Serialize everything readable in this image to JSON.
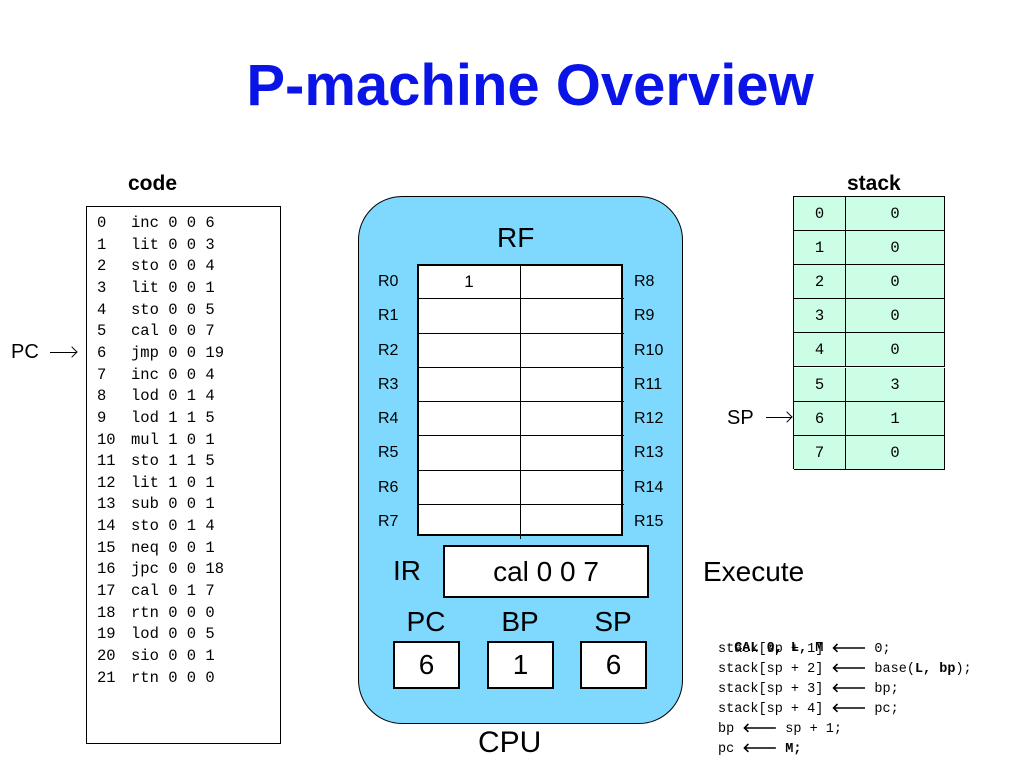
{
  "title": "P-machine Overview",
  "code": {
    "label": "code",
    "lines": [
      {
        "num": "0",
        "text": "inc 0 0 6"
      },
      {
        "num": "1",
        "text": "lit 0 0 3"
      },
      {
        "num": "2",
        "text": "sto 0 0 4"
      },
      {
        "num": "3",
        "text": "lit 0 0 1"
      },
      {
        "num": "4",
        "text": "sto 0 0 5"
      },
      {
        "num": "5",
        "text": "cal 0 0 7"
      },
      {
        "num": "6",
        "text": "jmp 0 0 19"
      },
      {
        "num": "7",
        "text": "inc 0 0 4"
      },
      {
        "num": "8",
        "text": "lod 0 1 4"
      },
      {
        "num": "9",
        "text": "lod 1 1 5"
      },
      {
        "num": "10",
        "text": "mul 1 0 1"
      },
      {
        "num": "11",
        "text": "sto 1 1 5"
      },
      {
        "num": "12",
        "text": "lit 1 0 1"
      },
      {
        "num": "13",
        "text": "sub 0 0 1"
      },
      {
        "num": "14",
        "text": "sto 0 1 4"
      },
      {
        "num": "15",
        "text": "neq 0 0 1"
      },
      {
        "num": "16",
        "text": "jpc 0 0 18"
      },
      {
        "num": "17",
        "text": "cal 0 1 7"
      },
      {
        "num": "18",
        "text": "rtn 0 0 0"
      },
      {
        "num": "19",
        "text": "lod 0 0 5"
      },
      {
        "num": "20",
        "text": "sio 0 0 1"
      },
      {
        "num": "21",
        "text": "rtn 0 0 0"
      }
    ],
    "pc_pointer_label": "PC",
    "pc_pointer_line": 6
  },
  "cpu": {
    "label": "CPU",
    "rf_label": "RF",
    "registers_left": [
      "R0",
      "R1",
      "R2",
      "R3",
      "R4",
      "R5",
      "R6",
      "R7"
    ],
    "registers_right": [
      "R8",
      "R9",
      "R10",
      "R11",
      "R12",
      "R13",
      "R14",
      "R15"
    ],
    "register_values_left": [
      "1",
      "",
      "",
      "",
      "",
      "",
      "",
      ""
    ],
    "register_values_right": [
      "",
      "",
      "",
      "",
      "",
      "",
      "",
      ""
    ],
    "ir_label": "IR",
    "ir_value": "cal 0 0 7",
    "pc_label": "PC",
    "pc_value": "6",
    "bp_label": "BP",
    "bp_value": "1",
    "sp_label": "SP",
    "sp_value": "6"
  },
  "stack": {
    "label": "stack",
    "rows": [
      {
        "index": "0",
        "value": "0"
      },
      {
        "index": "1",
        "value": "0"
      },
      {
        "index": "2",
        "value": "0"
      },
      {
        "index": "3",
        "value": "0"
      },
      {
        "index": "4",
        "value": "0"
      },
      {
        "index": "5",
        "value": "3"
      },
      {
        "index": "6",
        "value": "1"
      },
      {
        "index": "7",
        "value": "0"
      }
    ],
    "sp_pointer_label": "SP",
    "sp_pointer_row": 6
  },
  "execute_label": "Execute",
  "cal": {
    "header": "CAL 0, L, M",
    "arrow": "🡐",
    "line1_lhs": "stack[sp + 1]",
    "line1_rhs": "0;",
    "line2_lhs": "stack[sp + 2]",
    "line2_rhs_pre": "base(",
    "line2_rhs_bold": "L, bp",
    "line2_rhs_post": ");",
    "line3_lhs": "stack[sp + 3]",
    "line3_rhs": "bp;",
    "line4_lhs": "stack[sp + 4]",
    "line4_rhs": "pc;",
    "line5_lhs": "bp",
    "line5_rhs": "sp + 1;",
    "line6_lhs": "pc",
    "line6_rhs": "M;"
  },
  "colors": {
    "title": "#0a14e6",
    "cpu_fill": "#7fd8fd",
    "stack_fill": "#ccfee6"
  }
}
